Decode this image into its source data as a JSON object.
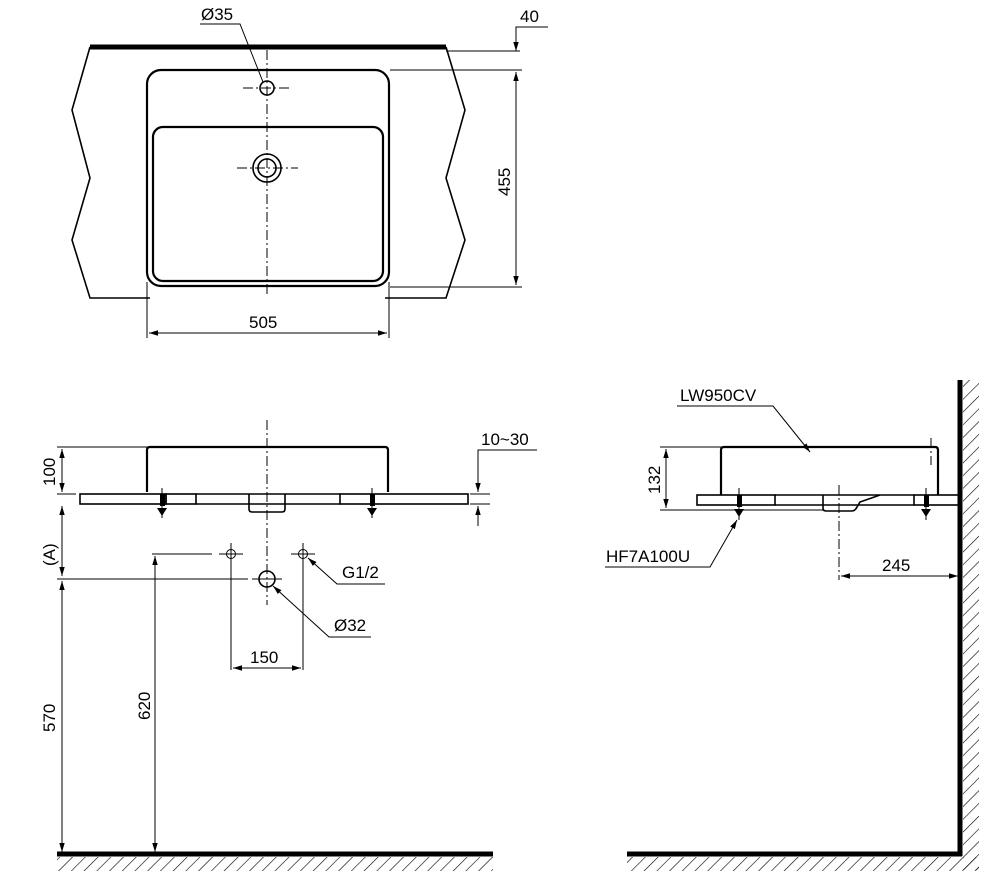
{
  "drawing": {
    "product_model": "LW950CV",
    "bracket_model": "HF7A100U",
    "top_view": {
      "faucet_hole_label": "Ø35",
      "counter_thickness_label": "40",
      "depth_label": "455",
      "width_label": "505"
    },
    "front_view": {
      "basin_height_label": "100",
      "counter_range_label": "10~30",
      "a_label": "(A)",
      "supply_label": "G1/2",
      "drain_label": "Ø32",
      "supply_spacing_label": "150",
      "floor_to_drain_label": "570",
      "floor_to_supply_label": "620"
    },
    "side_view": {
      "model_callout": "LW950CV",
      "height_label": "132",
      "bracket_callout": "HF7A100U",
      "wall_to_drain_label": "245"
    }
  }
}
